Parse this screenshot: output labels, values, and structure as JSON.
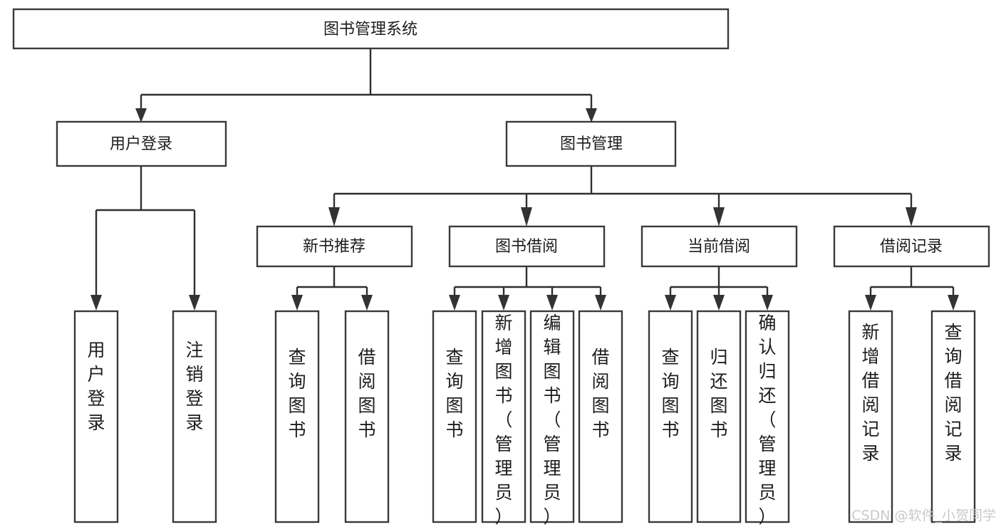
{
  "diagram": {
    "title": "图书管理系统",
    "type": "tree-hierarchy-diagram",
    "root": {
      "id": "root",
      "label": "图书管理系统"
    },
    "level2": [
      {
        "id": "user-login",
        "label": "用户登录"
      },
      {
        "id": "book-manage",
        "label": "图书管理"
      }
    ],
    "level3": [
      {
        "id": "new-book-recommend",
        "label": "新书推荐"
      },
      {
        "id": "book-borrow",
        "label": "图书借阅"
      },
      {
        "id": "current-borrow",
        "label": "当前借阅"
      },
      {
        "id": "borrow-record",
        "label": "借阅记录"
      }
    ],
    "leaves": {
      "user-login": [
        {
          "id": "leaf-user-login",
          "label": "用户登录"
        },
        {
          "id": "leaf-logout-login",
          "label": "注销登录"
        }
      ],
      "new-book-recommend": [
        {
          "id": "leaf-query-book-1",
          "label": "查询图书"
        },
        {
          "id": "leaf-borrow-book-1",
          "label": "借阅图书"
        }
      ],
      "book-borrow": [
        {
          "id": "leaf-query-book-2",
          "label": "查询图书"
        },
        {
          "id": "leaf-add-book",
          "label": "新增图书（管理员）"
        },
        {
          "id": "leaf-edit-book",
          "label": "编辑图书（管理员）"
        },
        {
          "id": "leaf-borrow-book-2",
          "label": "借阅图书"
        }
      ],
      "current-borrow": [
        {
          "id": "leaf-query-book-3",
          "label": "查询图书"
        },
        {
          "id": "leaf-return-book",
          "label": "归还图书"
        },
        {
          "id": "leaf-confirm-return",
          "label": "确认归还（管理员）"
        }
      ],
      "borrow-record": [
        {
          "id": "leaf-add-record",
          "label": "新增借阅记录"
        },
        {
          "id": "leaf-query-record",
          "label": "查询借阅记录"
        }
      ]
    }
  },
  "watermark": {
    "text": "CSDN @软件_小贺同学"
  },
  "colors": {
    "box_stroke": "#3a3a3a",
    "connector": "#2f2f2f",
    "text": "#1d1d1d",
    "background": "#ffffff",
    "watermark": "#c9c9c9"
  }
}
